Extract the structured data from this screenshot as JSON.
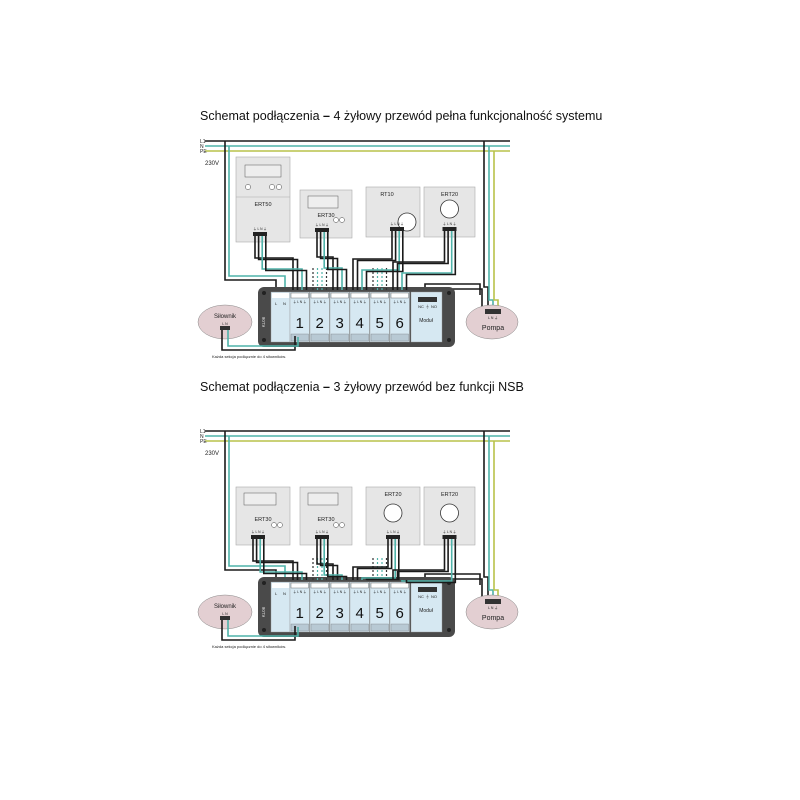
{
  "diagrams": [
    {
      "title_prefix": "Schemat podłączenia",
      "title_dash": " – ",
      "title_rest": "4 żyłowy przewód pełna funkcjonalność systemu",
      "thermostats": [
        {
          "name": "ERT50",
          "type": "big",
          "section": 1
        },
        {
          "name": "ERT30",
          "type": "display",
          "section": 3
        },
        {
          "name": "RT10",
          "type": "knob-corner",
          "section": 4
        },
        {
          "name": "ERT20",
          "type": "knob",
          "section": 6
        }
      ]
    },
    {
      "title_prefix": "Schemat podłączenia",
      "title_dash": " – ",
      "title_rest": "3 żyłowy przewód bez funkcji NSB",
      "thermostats": [
        {
          "name": "ERT30",
          "type": "display",
          "section": 1
        },
        {
          "name": "ERT30",
          "type": "display",
          "section": 3
        },
        {
          "name": "ERT20",
          "type": "knob",
          "section": 4
        },
        {
          "name": "ERT20",
          "type": "knob",
          "section": 6
        }
      ]
    }
  ],
  "labels": {
    "bus_l1": "L1",
    "bus_n": "N",
    "bus_pe": "PE",
    "voltage": "230V",
    "terminal_labels": "⏚ L N ⏚",
    "power_l": "L",
    "power_n": "N",
    "sections": [
      "1",
      "2",
      "3",
      "4",
      "5",
      "6"
    ],
    "module": "Moduł",
    "nc": "NC",
    "com": "⏚",
    "no": "NO",
    "controller_id": "KL06",
    "actuator": "Siłownik",
    "actuator_terminals": "L N",
    "pump": "Pompa",
    "pump_terminals": "L N ⏚",
    "footnote": "Każda sekcja podłącznie do 4 siłowników."
  },
  "colors": {
    "live": "#1a1a1a",
    "neutral": "#4fb3aa",
    "pe": "#b9c24a",
    "controller": "#4a4a4a",
    "section": "#d6e8f2",
    "ellipse": "#e3cfd2"
  }
}
